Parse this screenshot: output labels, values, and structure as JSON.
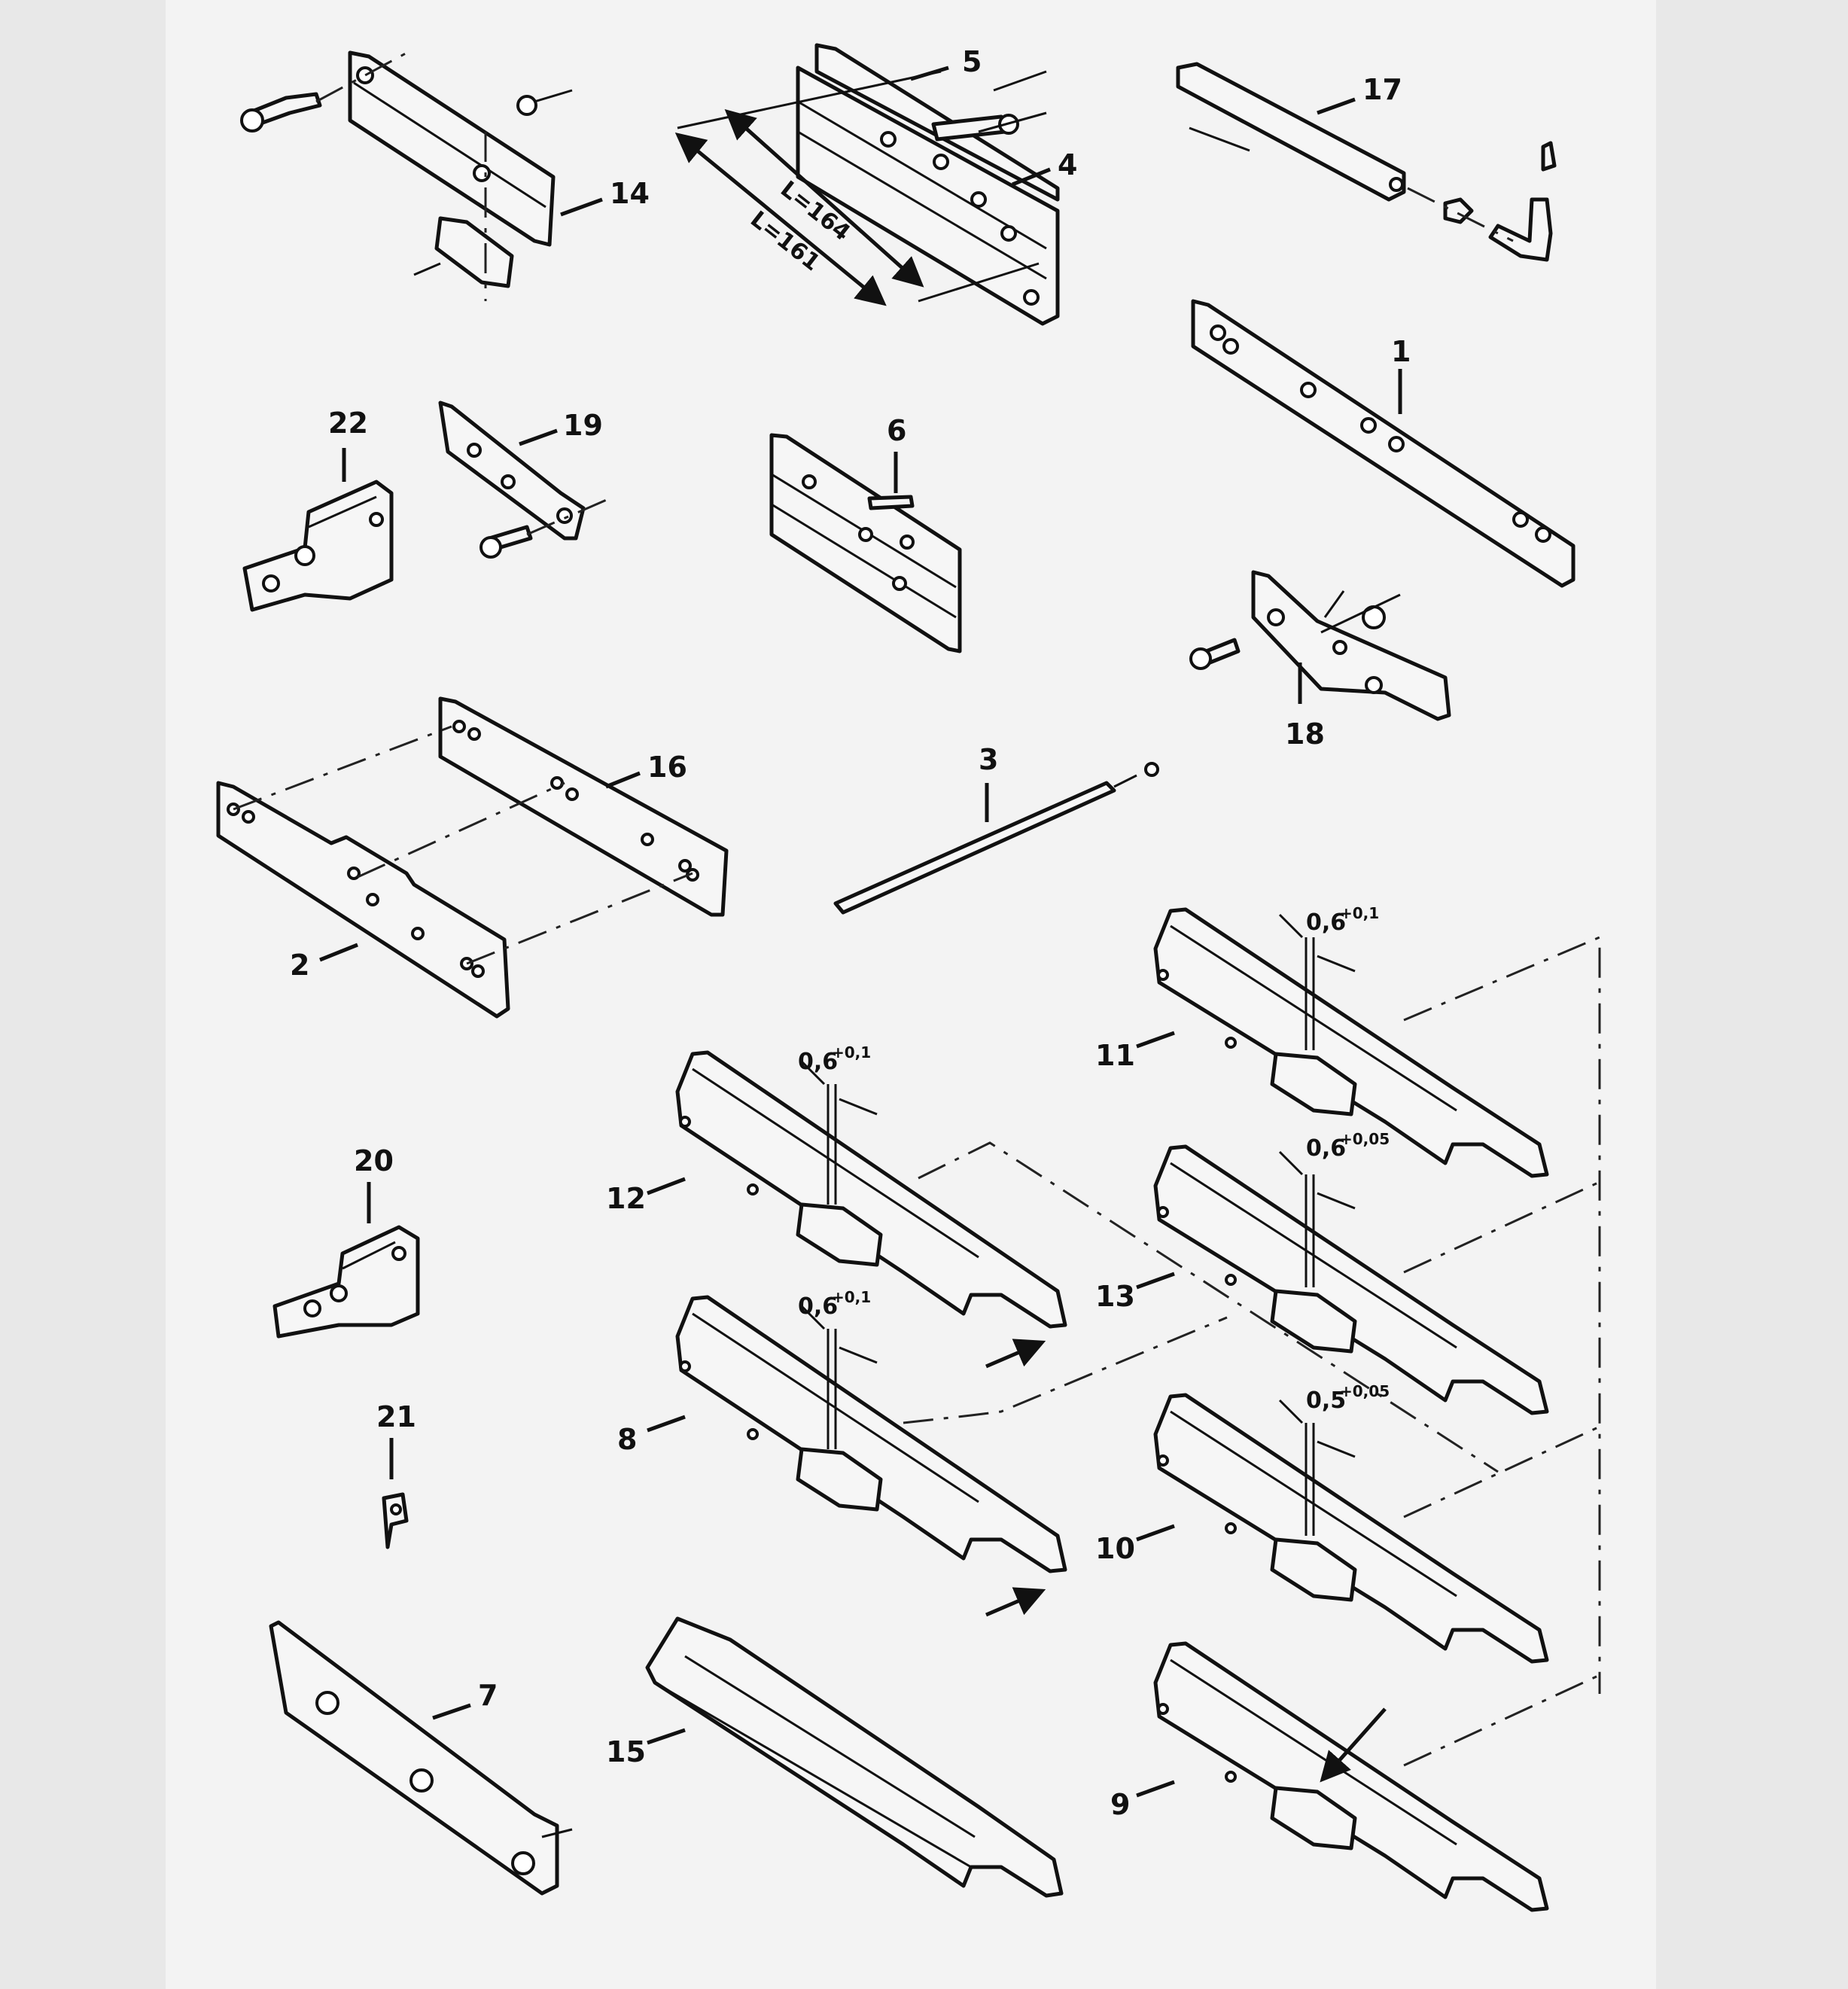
{
  "labels": {
    "p1": "1",
    "p2": "2",
    "p3": "3",
    "p4": "4",
    "p5": "5",
    "p6": "6",
    "p7": "7",
    "p8": "8",
    "p9": "9",
    "p10": "10",
    "p11": "11",
    "p12": "12",
    "p13": "13",
    "p14": "14",
    "p15": "15",
    "p16": "16",
    "p17": "17",
    "p18": "18",
    "p19": "19",
    "p20": "20",
    "p21": "21",
    "p22": "22"
  },
  "dimensions": {
    "len_a": "L=164",
    "len_b": "L=161",
    "gap_11": {
      "base": "0,6",
      "tol": "+0,1"
    },
    "gap_12": {
      "base": "0,6",
      "tol": "+0,1"
    },
    "gap_8": {
      "base": "0,6",
      "tol": "+0,1"
    },
    "gap_13": {
      "base": "0,6",
      "tol": "+0,05"
    },
    "gap_10": {
      "base": "0,5",
      "tol": "+0,05"
    }
  }
}
